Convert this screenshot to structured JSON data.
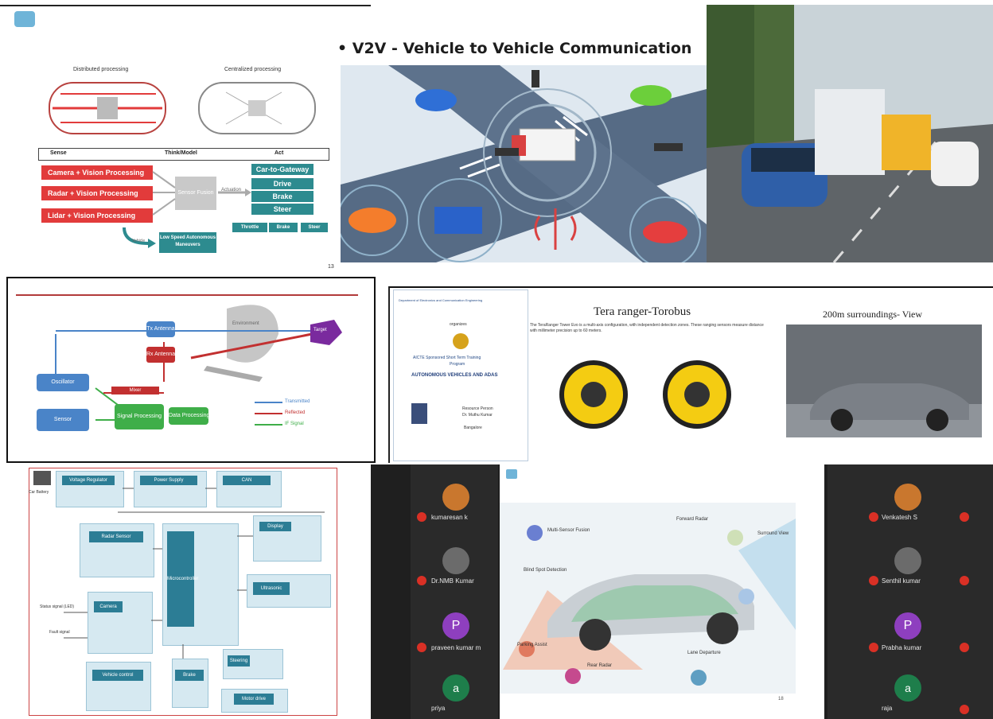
{
  "slide1": {
    "label_left": "Distributed processing",
    "label_right": "Centralized processing",
    "table_headers": [
      "Sense",
      "Think/Model",
      "Act"
    ],
    "red_boxes": [
      "Camera + Vision Processing",
      "Radar + Vision Processing",
      "Lidar + Vision Processing"
    ],
    "center_box": "Sensor Fusion",
    "arrow_label": "Actuation",
    "right_boxes": [
      "Car-to-Gateway",
      "Drive",
      "Brake",
      "Steer"
    ],
    "bottom_right_boxes": [
      "Throttle",
      "Brake",
      "Steer"
    ],
    "bottom_box": "Low Speed Autonomous Maneuvers",
    "small_arrow_label": "Vehicle",
    "page_number": "13"
  },
  "slide2": {
    "title": "• V2V - Vehicle to Vehicle Communication"
  },
  "slide4": {
    "labels": [
      "Sensor",
      "Environment",
      "Target",
      "Tx Antenna",
      "Rx Antenna",
      "Mixer",
      "Oscillator",
      "Signal Processing",
      "Data Processing",
      "Transmitted",
      "Reflected",
      "IF Signal"
    ],
    "legend": [
      "Transmitted",
      "Reflected",
      "IF Signal"
    ]
  },
  "slide5": {
    "title_center": "Tera ranger-Torobus",
    "body_center": "The TeraRanger Tower Evo is a multi-axis configuration, with independent detection zones. These ranging sensors measure distance with millimeter precision up to 60 meters.",
    "title_right": "200m surroundings- View",
    "poster_lines": [
      "Department of Electronics and Communication Engineering",
      "organizes",
      "AICTE Sponsored Short Term Training",
      "Program",
      "AUTONOMOUS VEHICLES AND ADAS",
      "Resource Person",
      "Dr. Muthu Kumar",
      "Bangalore"
    ]
  },
  "slide6": {
    "labels": [
      "Car Battery",
      "Voltage Regulator",
      "Microcontroller",
      "Power Supply",
      "CAN",
      "Radar Sensor",
      "Ultrasonic",
      "Camera",
      "Display",
      "Vehicle control",
      "Brake",
      "Steering",
      "Motor drive"
    ],
    "left_labels": [
      "Status signal (LED)",
      "Fault signal"
    ]
  },
  "meeting": {
    "left_participants": [
      {
        "name": "kumaresan k",
        "avatar_color": "#c9772e",
        "letter": ""
      },
      {
        "name": "Dr.NMB Kumar",
        "avatar_color": "#6b6b6b",
        "letter": ""
      },
      {
        "name": "praveen kumar m",
        "avatar_color": "#8e3fbf",
        "letter": "P"
      },
      {
        "name": "priya",
        "avatar_color": "#1e7e4b",
        "letter": "a"
      }
    ],
    "right_participants": [
      {
        "name": "Venkatesh S",
        "avatar_color": "#c9772e",
        "letter": ""
      },
      {
        "name": "Senthil kumar",
        "avatar_color": "#6b6b6b",
        "letter": ""
      },
      {
        "name": "Prabha kumar",
        "avatar_color": "#8e3fbf",
        "letter": "P"
      },
      {
        "name": "raja",
        "avatar_color": "#1e7e4b",
        "letter": "a"
      }
    ],
    "slide_labels": [
      "Multi-Sensor Fusion",
      "Forward Radar",
      "Blind Spot Detection",
      "Surround View",
      "Parking Assist",
      "Rear Radar",
      "Lane Departure"
    ],
    "slide_page": "18"
  }
}
